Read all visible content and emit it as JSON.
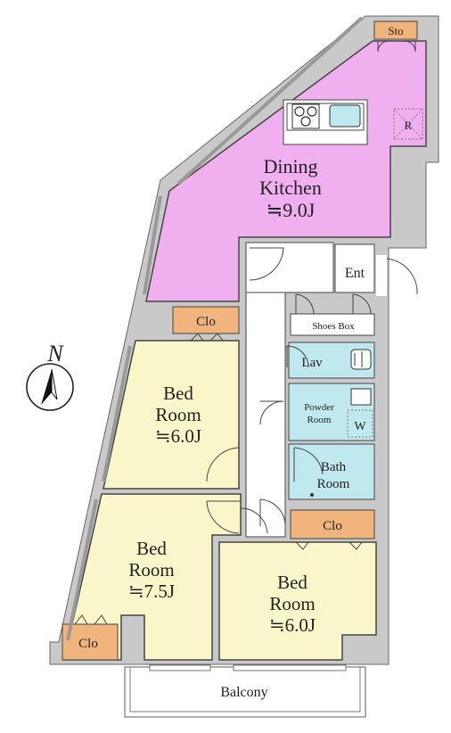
{
  "rooms": {
    "storage": "Sto",
    "dining_line1": "Dining",
    "dining_line2": "Kitchen",
    "dining_size": "≒9.0J",
    "fridge": "R",
    "entrance": "Ent",
    "shoes_box": "Shoes Box",
    "closet_top": "Clo",
    "lavatory": "Lav",
    "powder_line1": "Powder",
    "powder_line2": "Room",
    "washer": "W",
    "bath_line1": "Bath",
    "bath_line2": "Room",
    "closet_mid": "Clo",
    "bed1_line1": "Bed",
    "bed1_line2": "Room",
    "bed1_size": "≒6.0J",
    "bed2_line1": "Bed",
    "bed2_line2": "Room",
    "bed2_size": "≒7.5J",
    "closet_left": "Clo",
    "bed3_line1": "Bed",
    "bed3_line2": "Room",
    "bed3_size": "≒6.0J",
    "balcony": "Balcony"
  },
  "compass": {
    "label": "N"
  },
  "colors": {
    "wall": "#c9c9c9",
    "dining": "#f0b0f0",
    "bedroom": "#f9f7c9",
    "closet": "#f1b47c",
    "wet": "#bfe9ef",
    "outline": "#555555"
  }
}
